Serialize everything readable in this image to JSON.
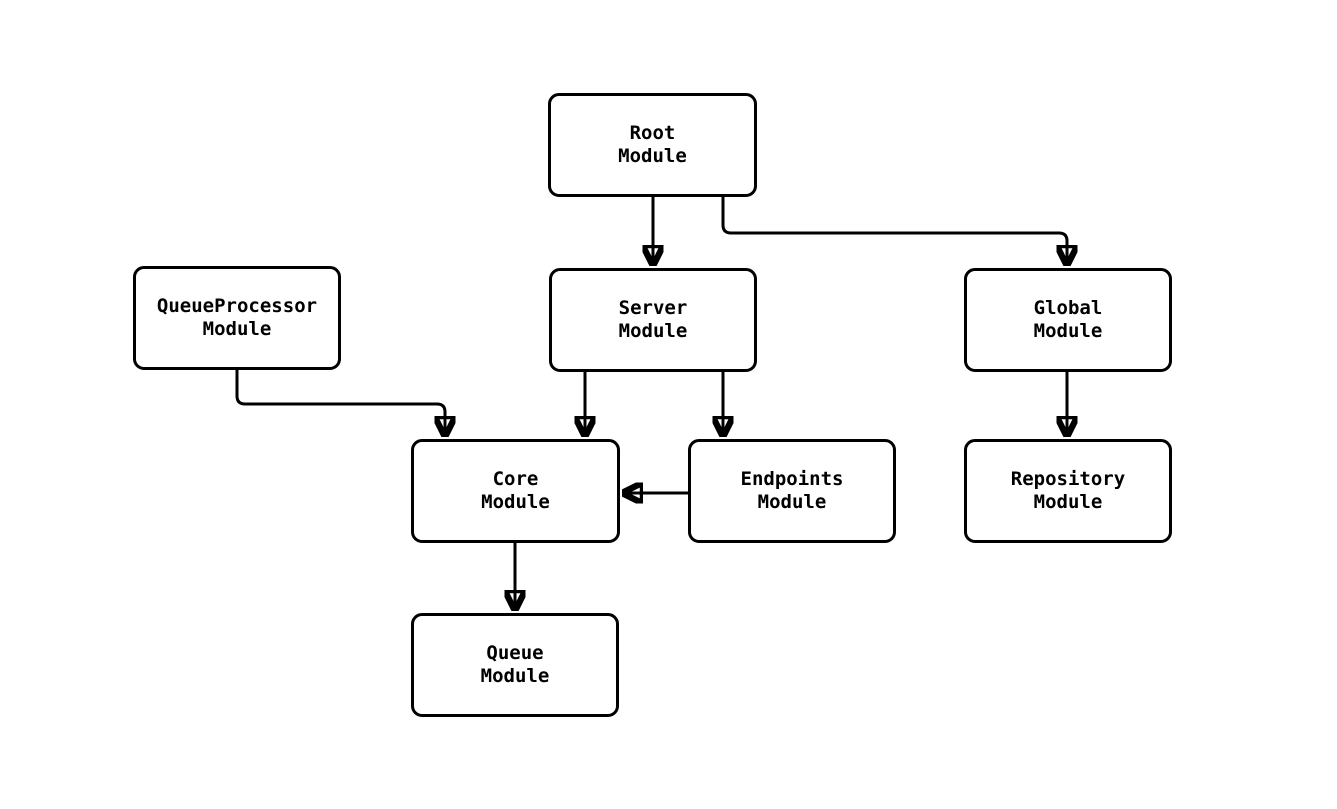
{
  "diagram": {
    "type": "module-dependency-diagram",
    "colors": {
      "background": "#ffffff",
      "node_fill": "#ffffff",
      "node_stroke": "#000000",
      "edge_stroke": "#000000",
      "text": "#000000"
    },
    "nodes": {
      "root": {
        "label": "Root\nModule"
      },
      "server": {
        "label": "Server\nModule"
      },
      "queueprocessor": {
        "label": "QueueProcessor\nModule"
      },
      "global": {
        "label": "Global\nModule"
      },
      "core": {
        "label": "Core\nModule"
      },
      "endpoints": {
        "label": "Endpoints\nModule"
      },
      "repository": {
        "label": "Repository\nModule"
      },
      "queue": {
        "label": "Queue\nModule"
      }
    },
    "edges": [
      {
        "from": "root",
        "to": "server"
      },
      {
        "from": "root",
        "to": "global"
      },
      {
        "from": "queueprocessor",
        "to": "core"
      },
      {
        "from": "server",
        "to": "core"
      },
      {
        "from": "server",
        "to": "endpoints"
      },
      {
        "from": "endpoints",
        "to": "core"
      },
      {
        "from": "global",
        "to": "repository"
      },
      {
        "from": "core",
        "to": "queue"
      }
    ]
  }
}
